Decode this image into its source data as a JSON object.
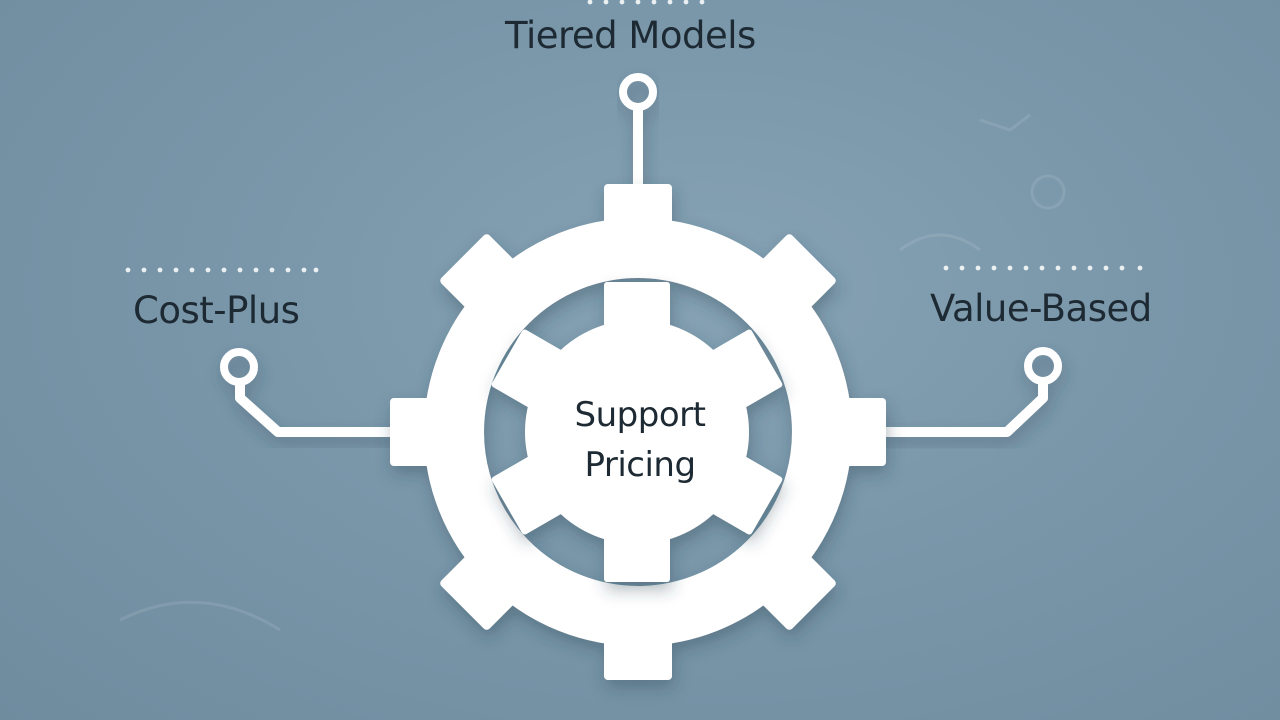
{
  "diagram": {
    "center": {
      "line1": "Support",
      "line2": "Pricing"
    },
    "branches": {
      "top": "Tiered Models",
      "left": "Cost-Plus",
      "right": "Value-Based"
    }
  },
  "colors": {
    "background": "#7a97aa",
    "shape": "#ffffff",
    "text": "#1d2a33"
  },
  "icons": {
    "central": "gear-icon",
    "inner": "gear-icon",
    "connector_end": "ring-node-icon"
  }
}
